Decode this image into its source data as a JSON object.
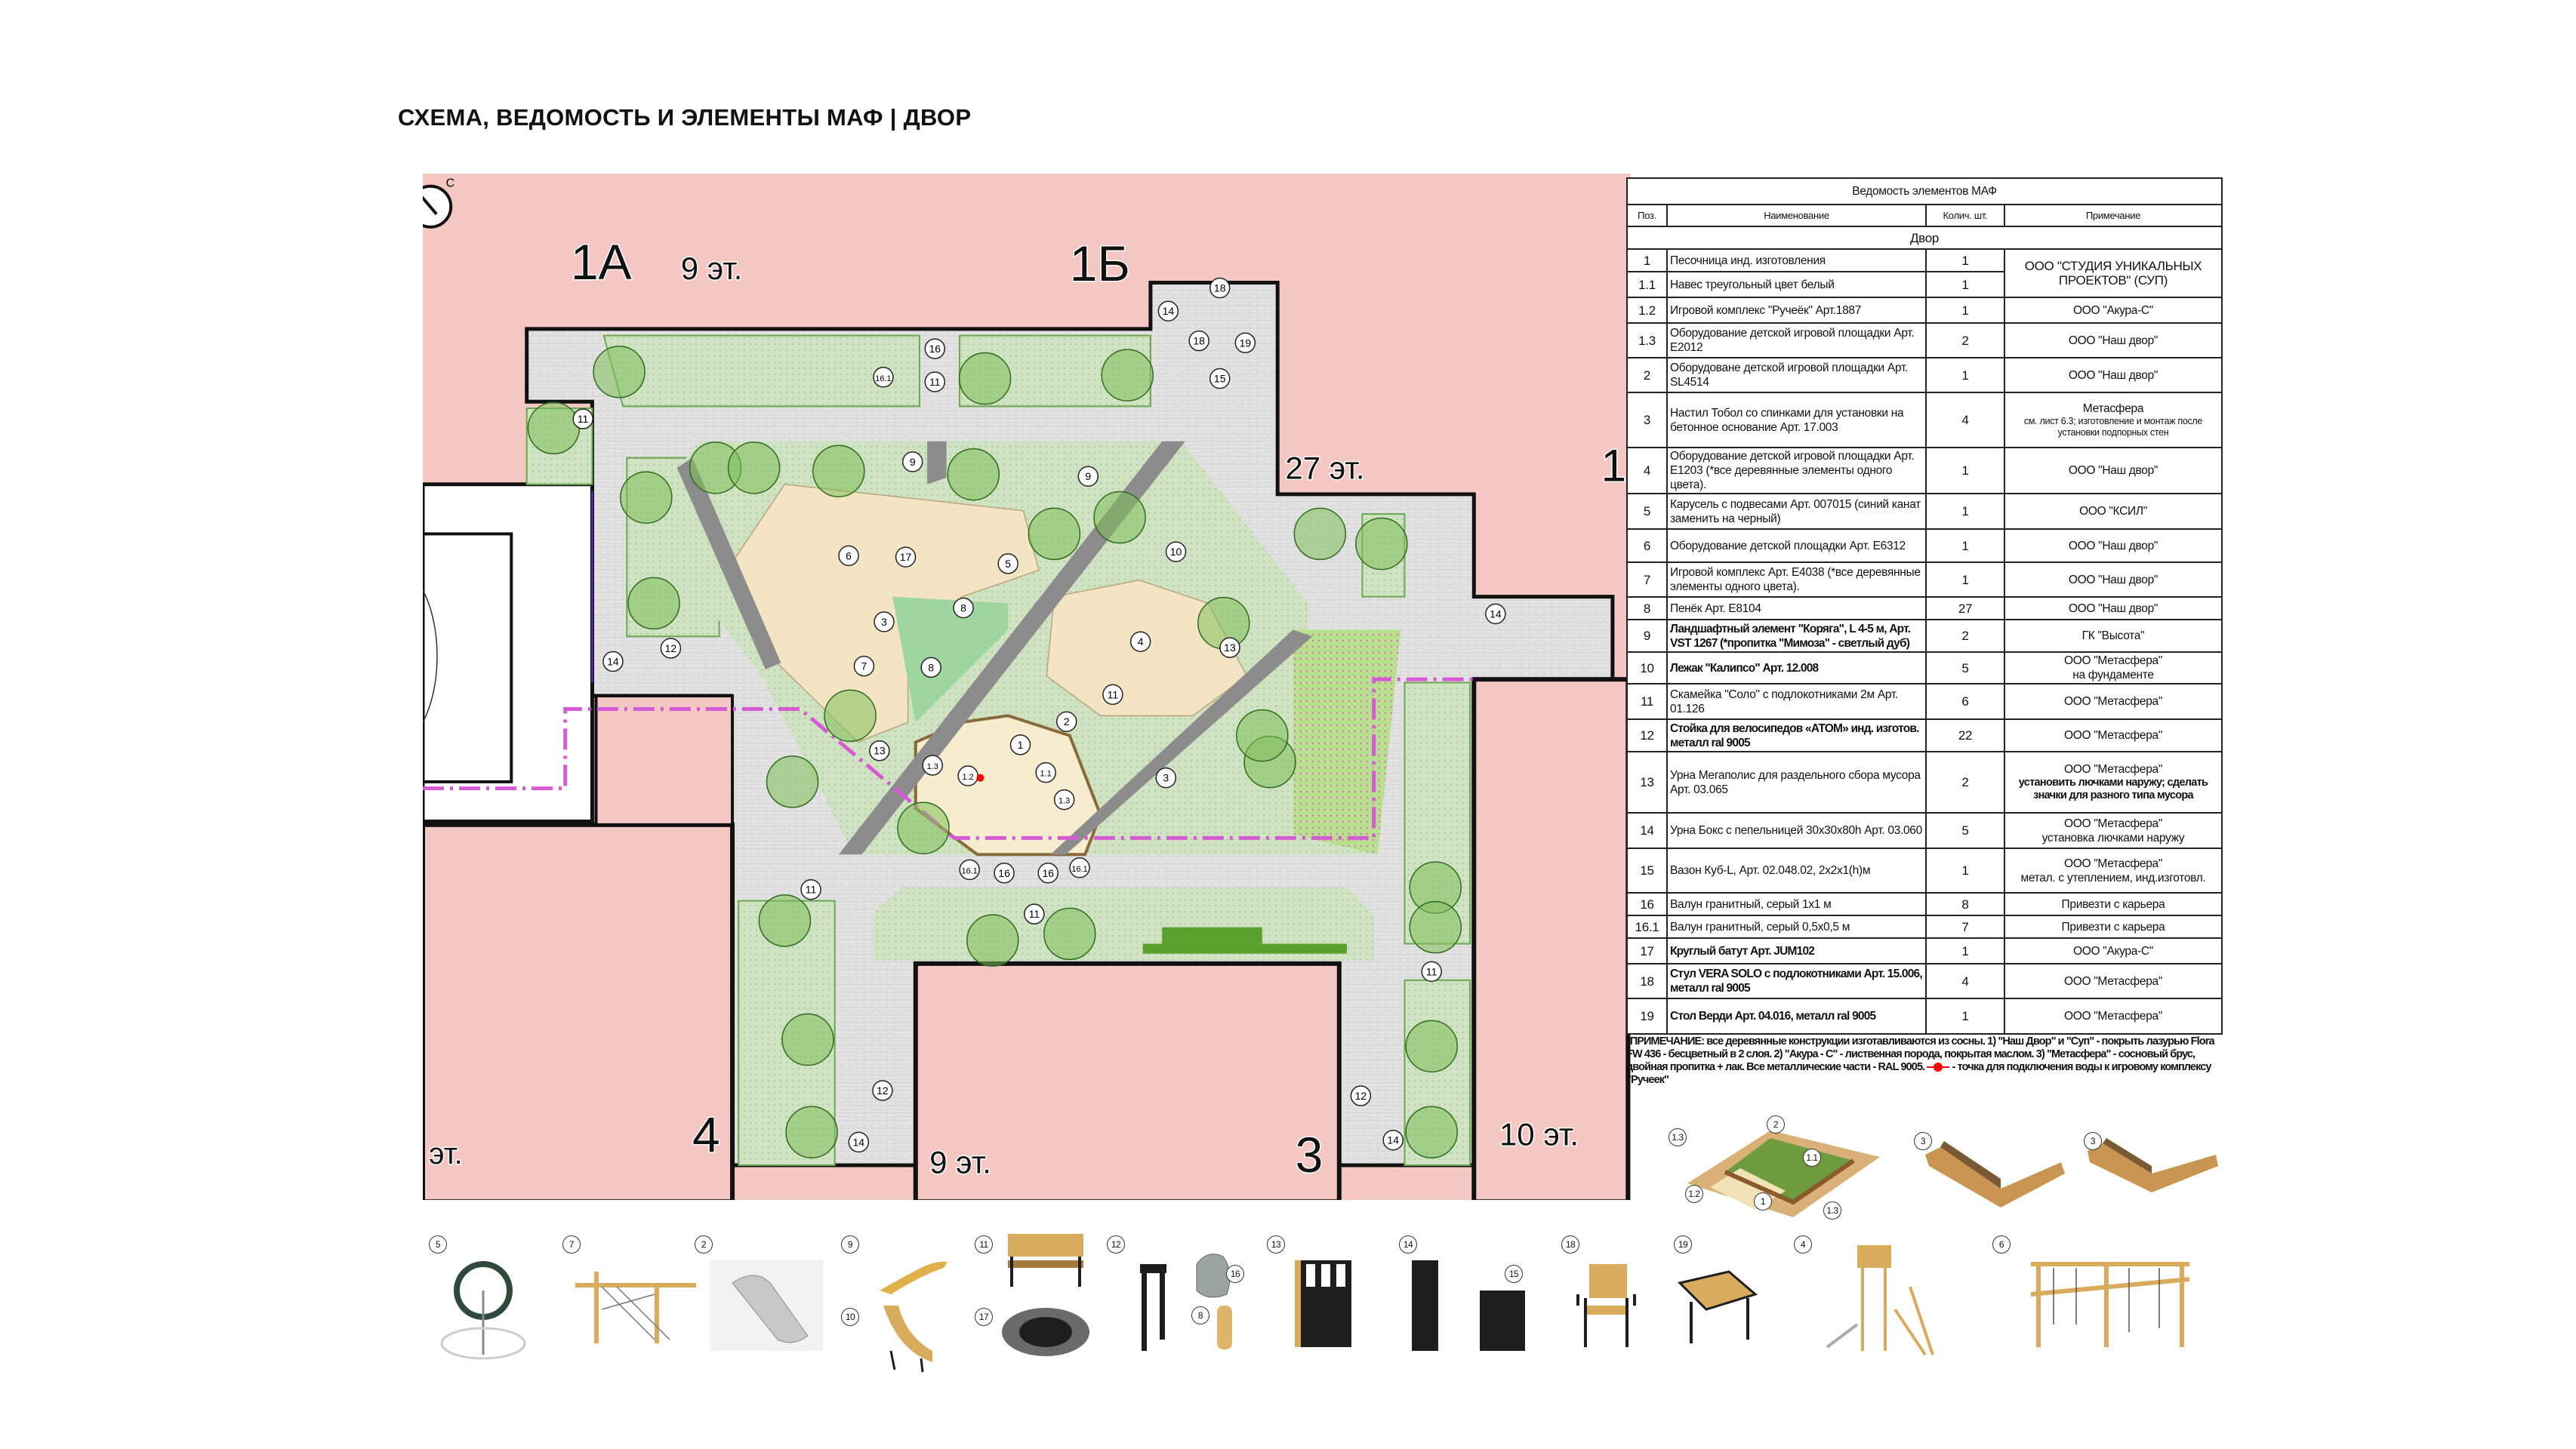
{
  "title": "СХЕМА, ВЕДОМОСТЬ И ЭЛЕМЕНТЫ МАФ | ДВОР",
  "map": {
    "compass_label": "С",
    "building_labels": [
      "1А",
      "9 эт.",
      "1Б",
      "27 эт.",
      "1",
      "эт.",
      "4",
      "9 эт.",
      "3",
      "10 эт."
    ],
    "callouts": [
      "16",
      "16.1",
      "11",
      "14",
      "18",
      "18",
      "19",
      "15",
      "11",
      "9",
      "9",
      "6",
      "17",
      "5",
      "10",
      "8",
      "3",
      "4",
      "13",
      "7",
      "8",
      "12",
      "14",
      "11",
      "2",
      "1",
      "13",
      "1.3",
      "1.2",
      "1.1",
      "1.3",
      "3",
      "14",
      "16.1",
      "16",
      "16",
      "16.1",
      "11",
      "11",
      "11",
      "12",
      "12",
      "14",
      "14"
    ],
    "colors": {
      "building": "#f4c7c3",
      "paving": "#e3e3e3",
      "lawn": "#a8d47f",
      "lawn_light": "#cfe3c3",
      "sand": "#f3e4c4",
      "path": "#8c8c8c",
      "border": "#d65ad6"
    }
  },
  "table": {
    "caption": "Ведомость элементов МАФ",
    "headers": [
      "Поз.",
      "Наименование",
      "Колич. шт.",
      "Примечание"
    ],
    "section": "Двор",
    "rows": [
      {
        "pos": "1",
        "name": "Песочница инд. изготовления",
        "qty": "1",
        "note": "ООО \"СТУДИЯ УНИКАЛЬНЫХ ПРОЕКТОВ\" (СУП)"
      },
      {
        "pos": "1.1",
        "name": "Навес треугольный цвет белый",
        "qty": "1"
      },
      {
        "pos": "1.2",
        "name": "Игровой комплекс \"Ручеёк\" Арт.1887",
        "qty": "1",
        "note": "ООО \"Акура-С\""
      },
      {
        "pos": "1.3",
        "name": "Оборудование детской игровой площадки Арт. E2012",
        "qty": "2",
        "note": "ООО \"Наш двор\""
      },
      {
        "pos": "2",
        "name": "Оборудоване детской игровой площадки  Арт. SL4514",
        "qty": "1",
        "note": "ООО \"Наш двор\""
      },
      {
        "pos": "3",
        "name": "Настил Тобол со спинками для установки на бетонное основание Арт. 17.003",
        "qty": "4",
        "note": "Метасфера",
        "note_small": "см. лист 6.3; изготовление и монтаж после установки подпорных стен"
      },
      {
        "pos": "4",
        "name": "Оборудование детской игровой площадки Арт. E1203 (*все деревянные элементы одного цвета).",
        "qty": "1",
        "note": "ООО \"Наш двор\""
      },
      {
        "pos": "5",
        "name": "Карусель с подвесами Арт. 007015 (синий канат заменить на черный)",
        "qty": "1",
        "note": "ООО \"КСИЛ\""
      },
      {
        "pos": "6",
        "name": "Оборудование детской площадки Арт. E6312",
        "qty": "1",
        "note": "ООО \"Наш двор\""
      },
      {
        "pos": "7",
        "name": "Игровой комплекс Арт. E4038  (*все деревянные элементы одного цвета).",
        "qty": "1",
        "note": "ООО \"Наш двор\""
      },
      {
        "pos": "8",
        "name": "Пенёк Арт. E8104",
        "qty": "27",
        "note": "ООО \"Наш двор\""
      },
      {
        "pos": "9",
        "name": "Ландшафтный элемент \"Коряга\", L 4-5 м, Арт. VST 1267 (*пропитка \"Мимоза\" - светлый дуб)",
        "qty": "2",
        "note": "ГК \"Высота\""
      },
      {
        "pos": "10",
        "name": "Лежак \"Калипсо\"  Арт. 12.008",
        "qty": "5",
        "note": "ООО \"Метасфера\"",
        "note_extra": "на фундаменте"
      },
      {
        "pos": "11",
        "name": "Скамейка  \"Соло\" с подлокотниками 2м Арт. 01.126",
        "qty": "6",
        "note": "ООО \"Метасфера\""
      },
      {
        "pos": "12",
        "name": "Стойка для велосипедов «АТОМ»  инд. изготов. металл ral 9005",
        "qty": "22",
        "note": "ООО \"Метасфера\""
      },
      {
        "pos": "13",
        "name": "Урна Мегаполис для раздельного сбора мусора Арт. 03.065",
        "qty": "2",
        "note": "ООО \"Метасфера\"",
        "note_bold": "установить лючками наружу; сделать значки для разного типа мусора"
      },
      {
        "pos": "14",
        "name": "Урна Бокс с пепельницей 30х30х80h Арт. 03.060",
        "qty": "5",
        "note": "ООО \"Метасфера\"",
        "note_extra": "установка лючками наружу"
      },
      {
        "pos": "15",
        "name": "Вазон Куб-L, Арт. 02.048.02, 2х2х1(h)м",
        "qty": "1",
        "note": "ООО \"Метасфера\"",
        "note_extra": "метал. с утеплением, инд.изготовл."
      },
      {
        "pos": "16",
        "name": "Валун  гранитный, серый 1х1 м",
        "qty": "8",
        "note": "Привезти с карьера"
      },
      {
        "pos": "16.1",
        "name": "Валун  гранитный, серый 0,5х0,5 м",
        "qty": "7",
        "note": "Привезти с карьера"
      },
      {
        "pos": "17",
        "name": "Круглый батут Арт. JUM102",
        "qty": "1",
        "note": "ООО \"Акура-С\""
      },
      {
        "pos": "18",
        "name": "Стул VERA SOLO с подлокотниками Арт. 15.006, металл ral 9005",
        "qty": "4",
        "note": "ООО \"Метасфера\""
      },
      {
        "pos": "19",
        "name": "Стол Верди Арт. 04.016, металл ral 9005",
        "qty": "1",
        "note": "ООО \"Метасфера\""
      }
    ],
    "footnote": "*ПРИМЕЧАНИЕ: все деревянные конструкции изготавливаются из сосны. 1) \"Наш Двор\" и \"Суп\" - покрыть лазурью Flora FW 436 - бесцветный в 2 слоя. 2) \"Акура - С\" - лиственная порода, покрытая маслом. 3) \"Метасфера\" - сосновый брус, двойная пропитка + лак. Все металлические части - RAL 9005.",
    "footnote_marker": "- точка для подключения воды к игровому комплексу \"Ручеек\""
  },
  "renders": {
    "sandbox_labels": [
      "1.3",
      "2",
      "1.1",
      "1.2",
      "1",
      "1.3"
    ],
    "decking_labels": [
      "3",
      "3"
    ]
  },
  "products": [
    "5",
    "7",
    "2",
    "9",
    "10",
    "11",
    "17",
    "12",
    "16",
    "8",
    "13",
    "14",
    "15",
    "18",
    "19",
    "4",
    "6"
  ]
}
